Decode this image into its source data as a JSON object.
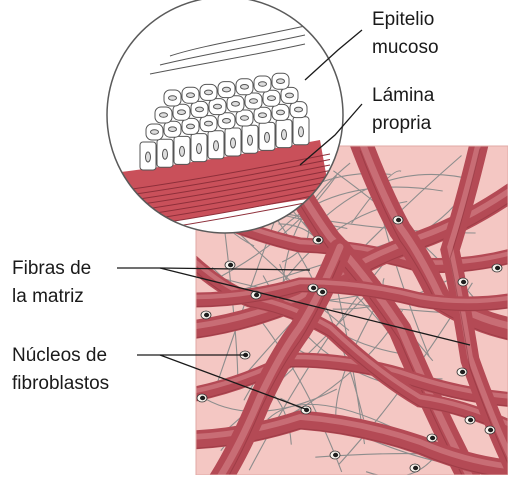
{
  "labels": {
    "epitelio_line1": "Epitelio",
    "epitelio_line2": "mucoso",
    "lamina_line1": "Lámina",
    "lamina_line2": "propria",
    "fibras_line1": "Fibras de",
    "fibras_line2": "la matriz",
    "nucleos_line1": "Núcleos de",
    "nucleos_line2": "fibroblastos"
  },
  "colors": {
    "matrix_bg": "#f4c7c3",
    "thick_fiber": "#b44a55",
    "thick_fiber_highlight": "#d98a90",
    "thin_fiber": "#8d8d8d",
    "lamina_band": "#c9505a",
    "epithelium_cell_fill": "#ffffff",
    "leader_line": "#1a1a1a"
  }
}
